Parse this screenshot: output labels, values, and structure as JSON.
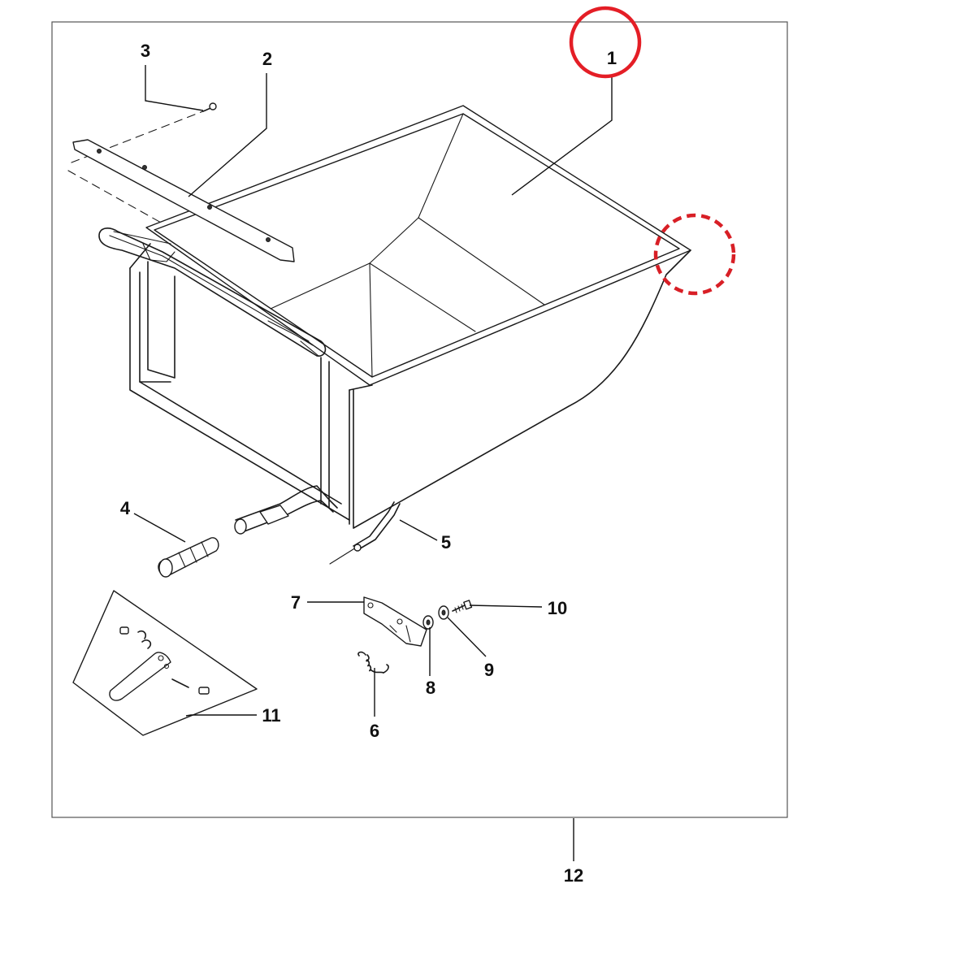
{
  "callouts": {
    "c1": "1",
    "c2": "2",
    "c3": "3",
    "c4": "4",
    "c5": "5",
    "c6": "6",
    "c7": "7",
    "c8": "8",
    "c9": "9",
    "c10": "10",
    "c11": "11",
    "c12": "12"
  },
  "highlight": {
    "solid_circle_color": "#e41e26",
    "dashed_circle_color": "#d81f26"
  }
}
